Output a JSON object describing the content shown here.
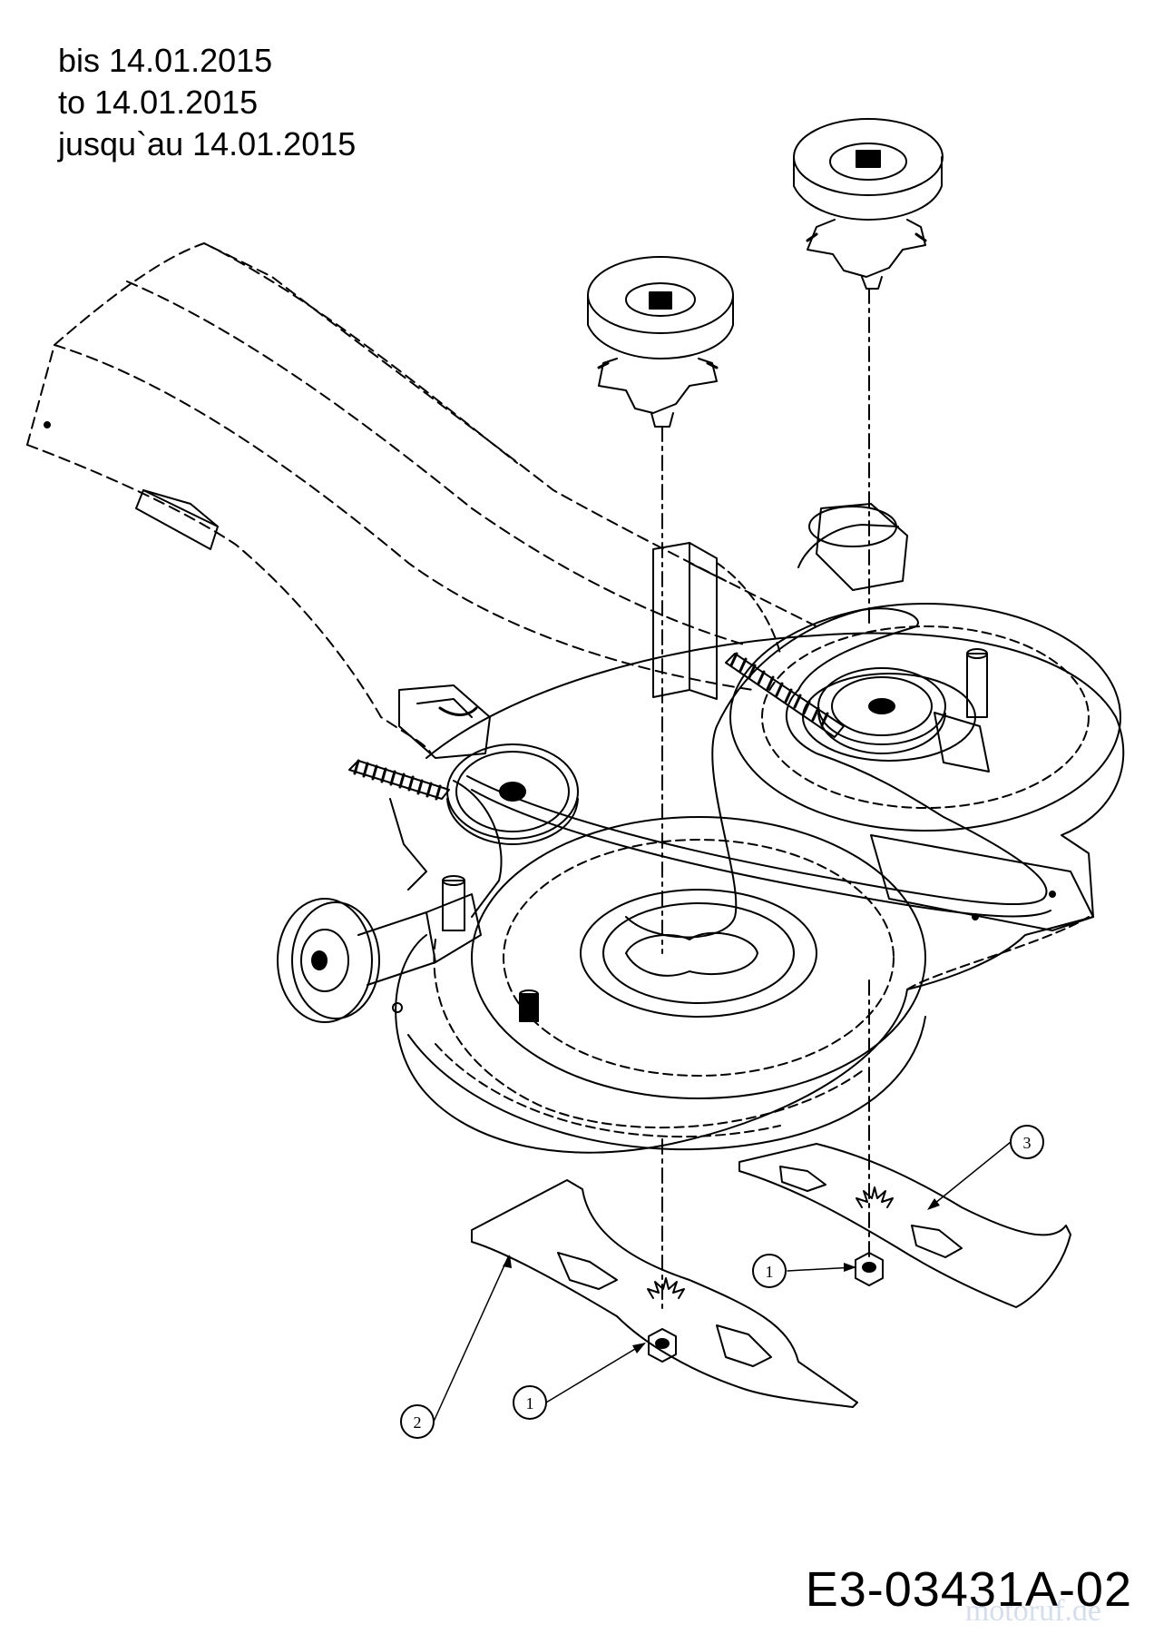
{
  "header": {
    "line1": "bis 14.01.2015",
    "line2": "to 14.01.2015",
    "line3": "jusqu`au 14.01.2015"
  },
  "callouts": {
    "nut_upper": "1",
    "nut_lower": "1",
    "blade_left": "2",
    "blade_right": "3"
  },
  "diagram_code": "E3-03431A-02",
  "watermark": "motoruf.de"
}
